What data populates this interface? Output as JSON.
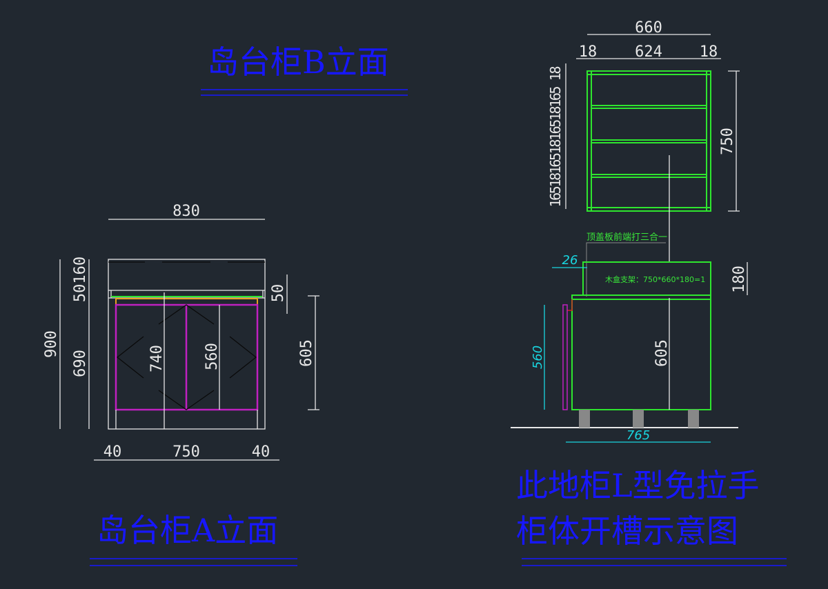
{
  "titles": {
    "b_elevation": "岛台柜B立面",
    "a_elevation": "岛台柜A立面",
    "l_line1": "此地柜L型免拉手",
    "l_line2": "柜体开槽示意图"
  },
  "drawing_a": {
    "width_total": "830",
    "height_total": "900",
    "top_stack": "50160",
    "lower_height": "690",
    "right_small": "50",
    "right_height": "605",
    "inner_740": "740",
    "inner_560": "560",
    "bottom_left": "40",
    "bottom_mid": "750",
    "bottom_right": "40"
  },
  "drawing_shelf": {
    "width_total": "660",
    "side_left": "18",
    "inner_width": "624",
    "side_right": "18",
    "height": "750",
    "vertical_chain": "165181651816518165 18"
  },
  "drawing_section": {
    "note_top": "顶盖板前端打三合一",
    "note_box": "木盒支架：750*660*180=1",
    "offset": "26",
    "box_height": "180",
    "cabinet_height": "605",
    "door_height": "560",
    "depth": "765"
  },
  "colors": {
    "background": "#212830",
    "title": "#1717ff",
    "green": "#2ee62e",
    "magenta": "#c020c0",
    "cyan": "#19d6e0"
  }
}
